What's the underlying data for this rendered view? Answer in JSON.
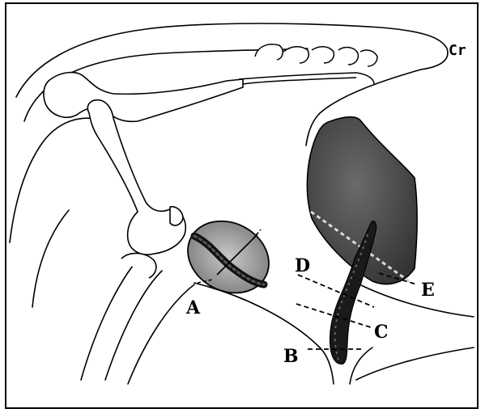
{
  "figure": {
    "orientation_label": "Cr",
    "labels": {
      "A": "A",
      "B": "B",
      "C": "C",
      "D": "D",
      "E": "E"
    }
  },
  "colors": {
    "ink": "#000000",
    "shaded_region": "#4a4a4a",
    "oval_shade": "#9a9a9a"
  }
}
